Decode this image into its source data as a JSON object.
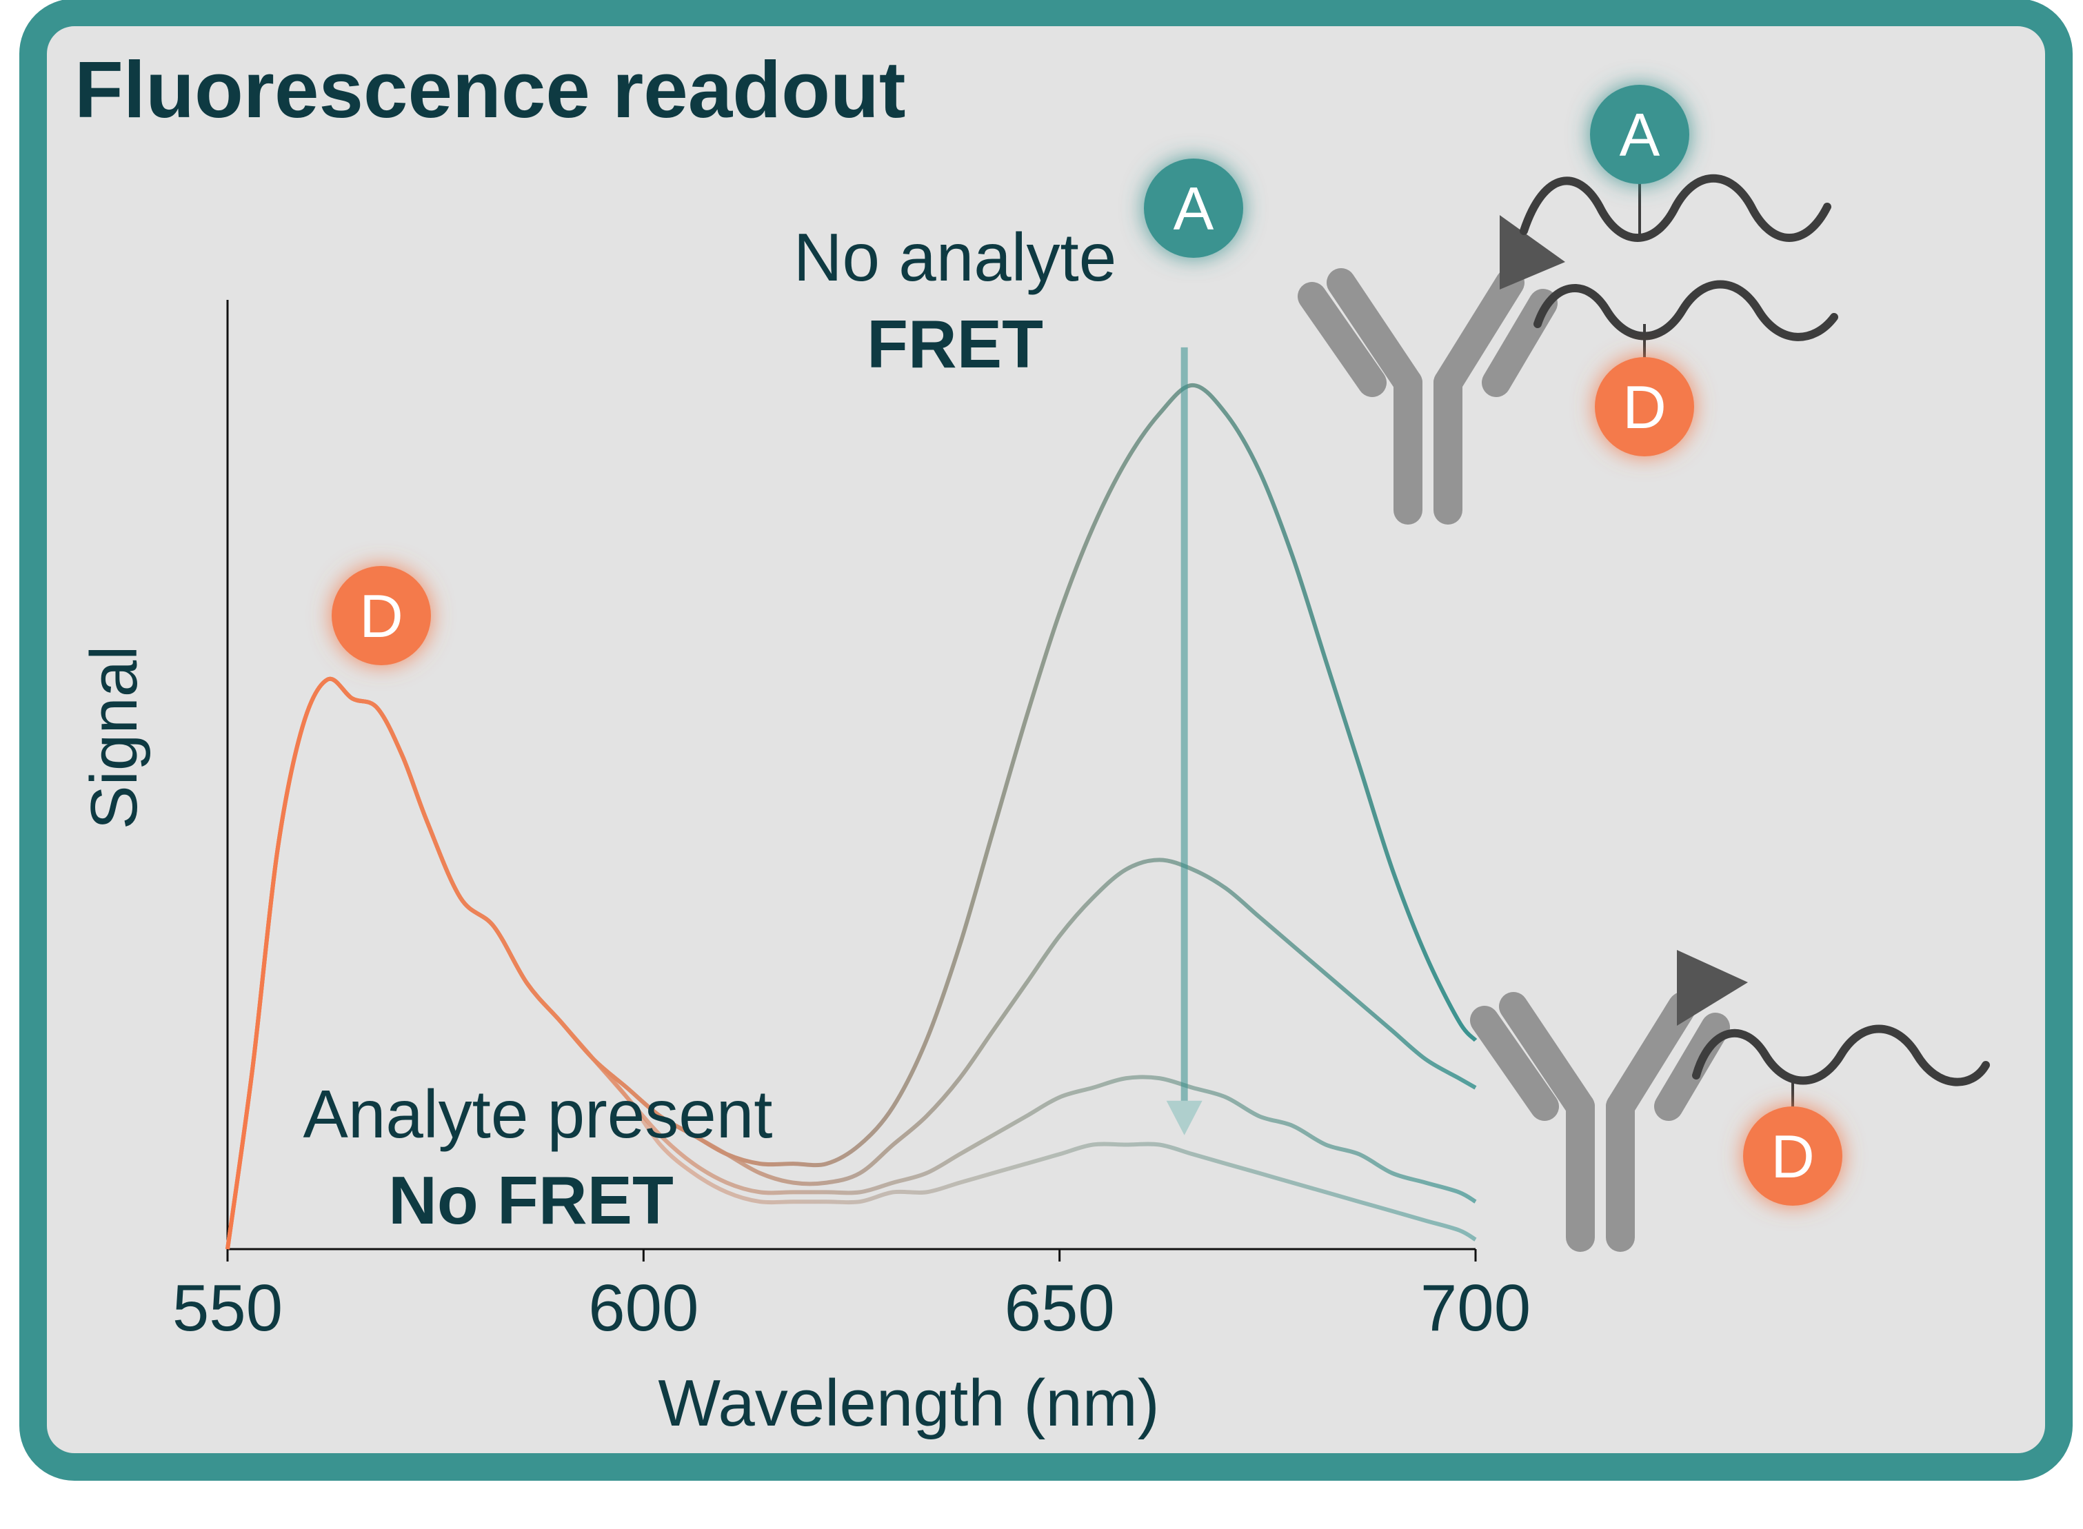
{
  "panel": {
    "title": "Fluorescence readout",
    "frame_color": "#3a9390",
    "background_color": "#e3e3e3"
  },
  "labels": {
    "no_analyte_line1": "No analyte",
    "no_analyte_line2": "FRET",
    "analyte_line1": "Analyte present",
    "analyte_line2": "No FRET"
  },
  "badges": {
    "acceptor_letter": "A",
    "donor_letter": "D",
    "acceptor_color": "#3a9390",
    "donor_color": "#f47a4b"
  },
  "chart_data": {
    "type": "line",
    "xlabel": "Wavelength (nm)",
    "ylabel": "Signal",
    "xlim": [
      550,
      700
    ],
    "ylim": [
      0,
      100
    ],
    "xticks": [
      550,
      600,
      650,
      700
    ],
    "grid": false,
    "colors": {
      "donor": "#f47a4b",
      "transition": "#a89f90",
      "acceptor": "#3a9390"
    },
    "series": [
      {
        "x": [
          550,
          553,
          556,
          559,
          562,
          565,
          568,
          571,
          574,
          578,
          582,
          586,
          590,
          594,
          598,
          602,
          606,
          610,
          614,
          618,
          622,
          626,
          630,
          634,
          638,
          642,
          646,
          650,
          654,
          658,
          662,
          666,
          670,
          674,
          678,
          682,
          686,
          690,
          694,
          698,
          700
        ],
        "values": [
          0,
          19,
          42,
          55,
          60,
          58,
          57,
          52,
          45,
          37,
          34,
          28,
          24,
          20,
          17,
          14,
          12,
          10,
          9,
          9,
          9,
          11,
          15,
          22,
          32,
          44,
          56,
          67,
          76,
          83,
          88,
          91,
          88,
          82,
          73,
          62,
          51,
          40,
          31,
          24,
          22
        ]
      },
      {
        "x": [
          550,
          553,
          556,
          559,
          562,
          565,
          568,
          571,
          574,
          578,
          582,
          586,
          590,
          594,
          598,
          602,
          606,
          610,
          614,
          618,
          622,
          626,
          630,
          634,
          638,
          642,
          646,
          650,
          654,
          658,
          662,
          666,
          670,
          674,
          678,
          682,
          686,
          690,
          694,
          698,
          700
        ],
        "values": [
          0,
          19,
          42,
          55,
          60,
          58,
          57,
          52,
          45,
          37,
          34,
          28,
          24,
          20,
          17,
          14,
          12,
          10,
          8,
          7,
          7,
          8,
          11,
          14,
          18,
          23,
          28,
          33,
          37,
          40,
          41,
          40,
          38,
          35,
          32,
          29,
          26,
          23,
          20,
          18,
          17
        ]
      },
      {
        "x": [
          550,
          553,
          556,
          559,
          562,
          565,
          568,
          571,
          574,
          578,
          582,
          586,
          590,
          594,
          598,
          602,
          606,
          610,
          614,
          618,
          622,
          626,
          630,
          634,
          638,
          642,
          646,
          650,
          654,
          658,
          662,
          666,
          670,
          674,
          678,
          682,
          686,
          690,
          694,
          698,
          700
        ],
        "values": [
          0,
          19,
          42,
          55,
          60,
          58,
          57,
          52,
          45,
          37,
          34,
          28,
          24,
          20,
          16,
          12,
          9,
          7,
          6,
          6,
          6,
          6,
          7,
          8,
          10,
          12,
          14,
          16,
          17,
          18,
          18,
          17,
          16,
          14,
          13,
          11,
          10,
          8,
          7,
          6,
          5
        ]
      },
      {
        "x": [
          550,
          553,
          556,
          559,
          562,
          565,
          568,
          571,
          574,
          578,
          582,
          586,
          590,
          594,
          598,
          602,
          606,
          610,
          614,
          618,
          622,
          626,
          630,
          634,
          638,
          642,
          646,
          650,
          654,
          658,
          662,
          666,
          670,
          674,
          678,
          682,
          686,
          690,
          694,
          698,
          700
        ],
        "values": [
          0,
          19,
          42,
          55,
          60,
          58,
          57,
          52,
          45,
          37,
          34,
          28,
          24,
          20,
          16,
          11,
          8,
          6,
          5,
          5,
          5,
          5,
          6,
          6,
          7,
          8,
          9,
          10,
          11,
          11,
          11,
          10,
          9,
          8,
          7,
          6,
          5,
          4,
          3,
          2,
          1
        ]
      }
    ],
    "arrow": {
      "x": 665,
      "from_y": 95,
      "to_y": 12
    }
  }
}
